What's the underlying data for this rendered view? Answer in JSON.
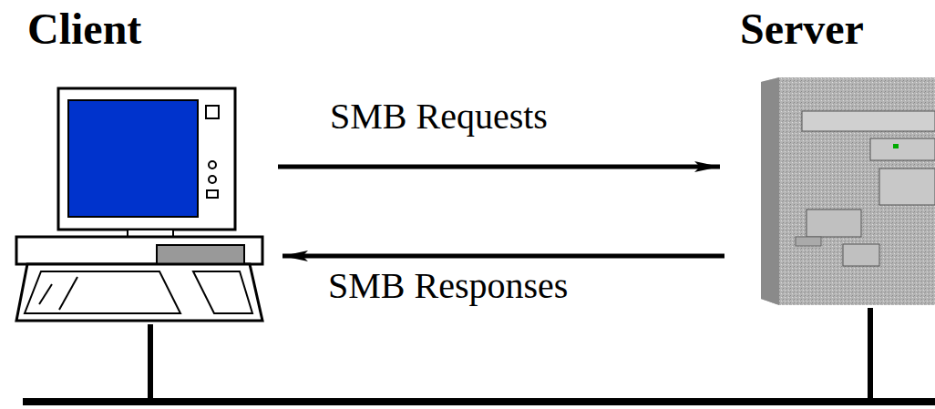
{
  "diagram": {
    "nodes": [
      {
        "text": [
          "Client"
        ]
      },
      {
        "text": [
          "Server"
        ]
      }
    ],
    "edges": [
      {
        "from": 0,
        "to": 1,
        "label": "SMB Requests",
        "arrow": "to"
      },
      {
        "from": 1,
        "to": 0,
        "label": "SMB Responses",
        "arrow": "to"
      },
      {
        "from": 0,
        "to": 1,
        "arrow": "none"
      }
    ]
  }
}
